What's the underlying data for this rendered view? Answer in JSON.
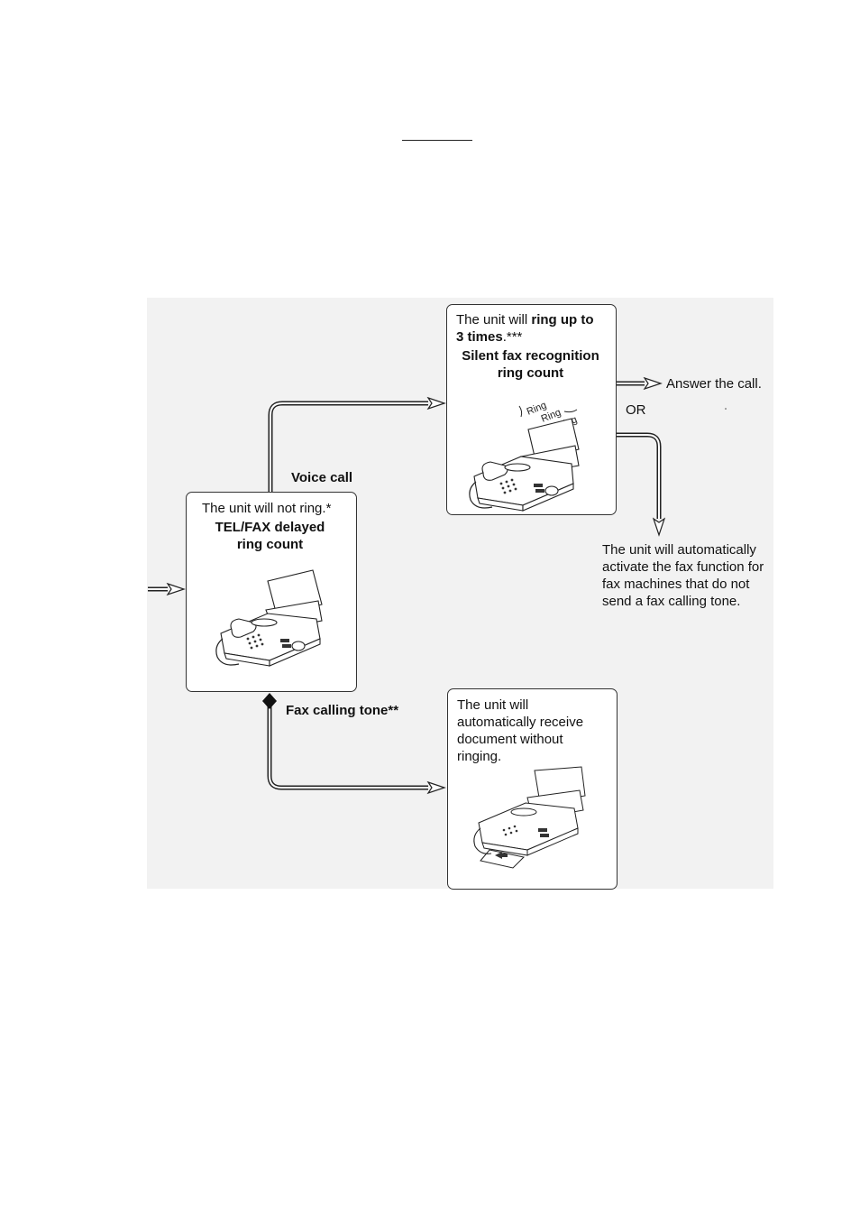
{
  "diagram": {
    "input_arrow_icon": "hollow-arrow-right-icon",
    "box_left": {
      "line1": "The unit will not ring.*",
      "line2": "TEL/FAX delayed",
      "line3": "ring count",
      "image": "fax-machine-icon"
    },
    "box_top": {
      "line1_normal": "The unit will ",
      "line1_bold": "ring up to",
      "line2_bold": "3 times",
      "line2_normal": ".***",
      "line3": "Silent fax recognition",
      "line4": "ring count",
      "ring_words": [
        "Ring",
        "Ring",
        "Ring"
      ],
      "image": "ringing-fax-machine-icon"
    },
    "box_bottom": {
      "lines": [
        "The unit will",
        "automatically receive",
        "document without",
        "ringing."
      ],
      "image": "fax-machine-receiving-icon"
    },
    "labels": {
      "voice_call": "Voice call",
      "fax_tone": "Fax calling tone**",
      "answer": "Answer the call.",
      "or": "OR",
      "auto_activate": [
        "The unit will automatically",
        "activate the fax function for",
        "fax machines that do not",
        "send a fax calling tone."
      ]
    }
  }
}
